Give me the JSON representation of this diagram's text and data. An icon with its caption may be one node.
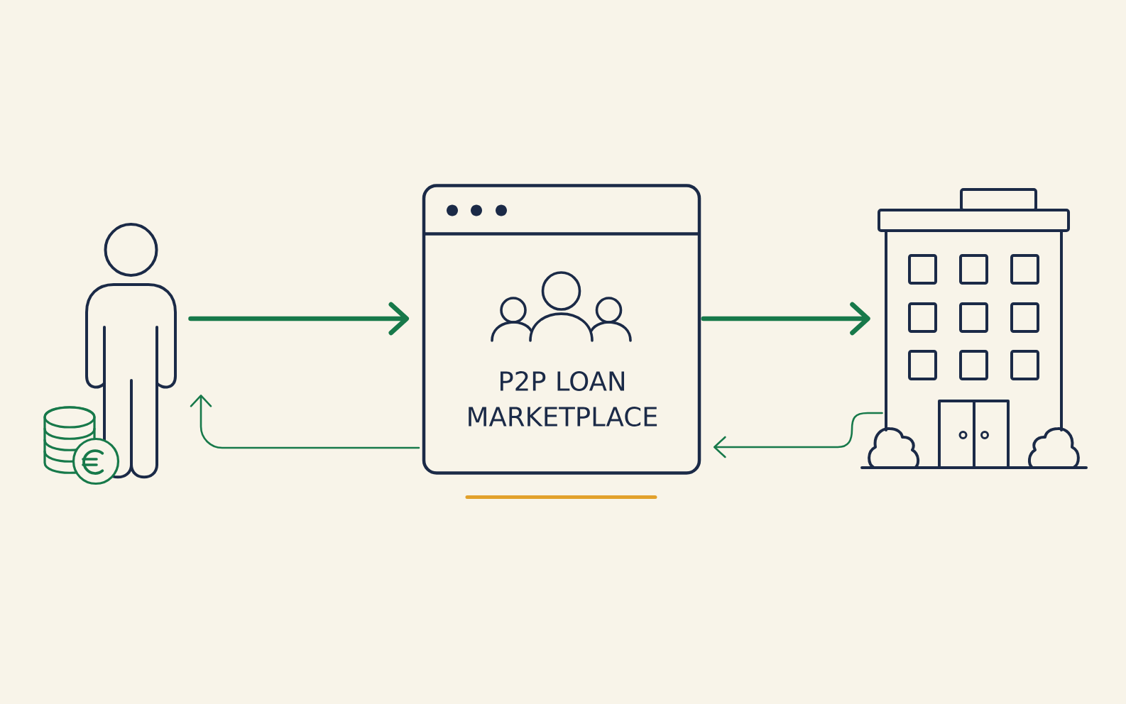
{
  "diagram": {
    "nodes": [
      {
        "text": [],
        "shape": "person"
      },
      {
        "text": [
          "P2P LOAN MARKETPLACE"
        ]
      },
      {
        "text": [],
        "shape": "building"
      }
    ],
    "edges": [
      {
        "from": 0,
        "to": 1,
        "arrow": "to",
        "style": "thick"
      },
      {
        "from": 1,
        "to": 2,
        "arrow": "to",
        "style": "thick"
      },
      {
        "from": 2,
        "to": 1,
        "arrow": "to"
      },
      {
        "from": 1,
        "to": 0,
        "arrow": "to"
      }
    ]
  }
}
